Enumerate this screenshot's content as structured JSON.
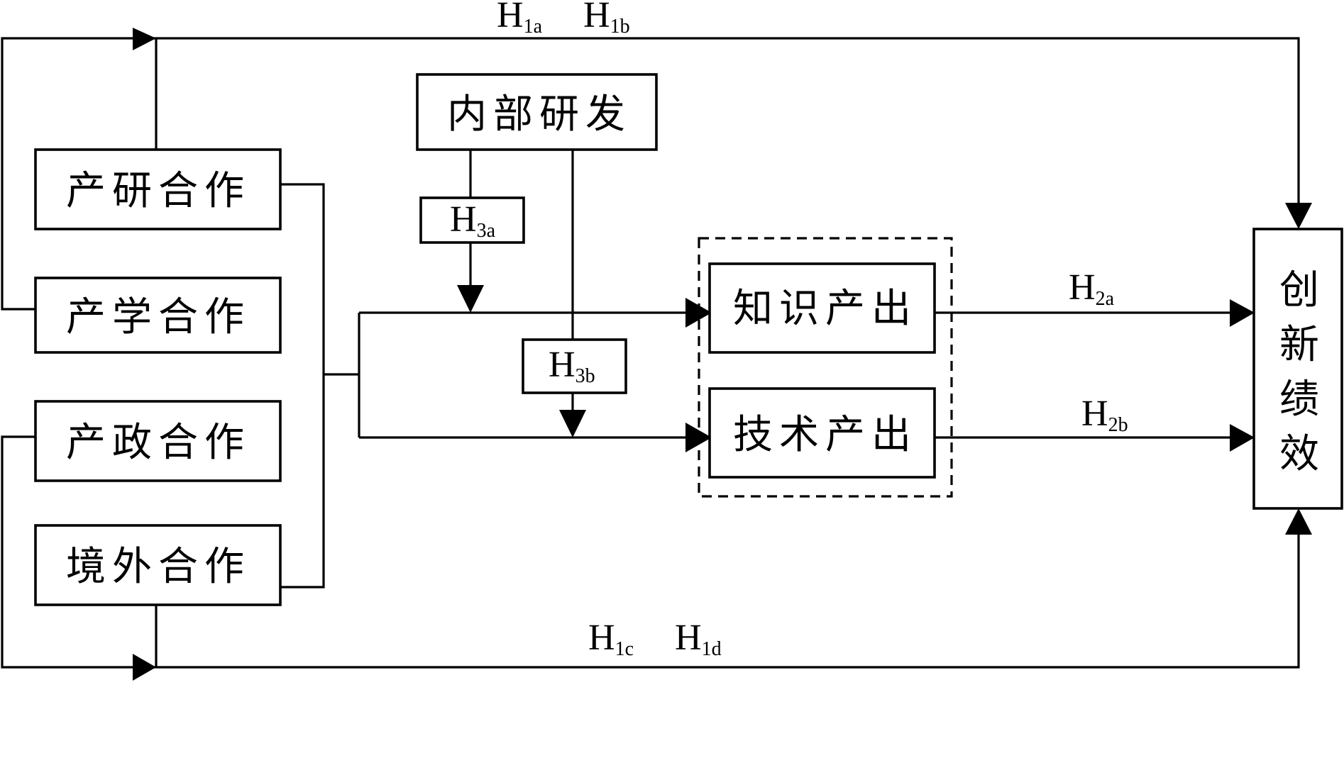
{
  "nodes": {
    "chan_yan": "产研合作",
    "chan_xue": "产学合作",
    "chan_zheng": "产政合作",
    "jing_wai": "境外合作",
    "nei_bu_yan_fa": "内部研发",
    "zhi_shi_chan_chu": "知识产出",
    "ji_shu_chan_chu": "技术产出",
    "chuang_xin_ji_xiao": [
      "创",
      "新",
      "绩",
      "效"
    ]
  },
  "hypotheses": {
    "h1a": {
      "main": "H",
      "sub": "1a"
    },
    "h1b": {
      "main": "H",
      "sub": "1b"
    },
    "h1c": {
      "main": "H",
      "sub": "1c"
    },
    "h1d": {
      "main": "H",
      "sub": "1d"
    },
    "h2a": {
      "main": "H",
      "sub": "2a"
    },
    "h2b": {
      "main": "H",
      "sub": "2b"
    },
    "h3a": {
      "main": "H",
      "sub": "3a"
    },
    "h3b": {
      "main": "H",
      "sub": "3b"
    }
  }
}
